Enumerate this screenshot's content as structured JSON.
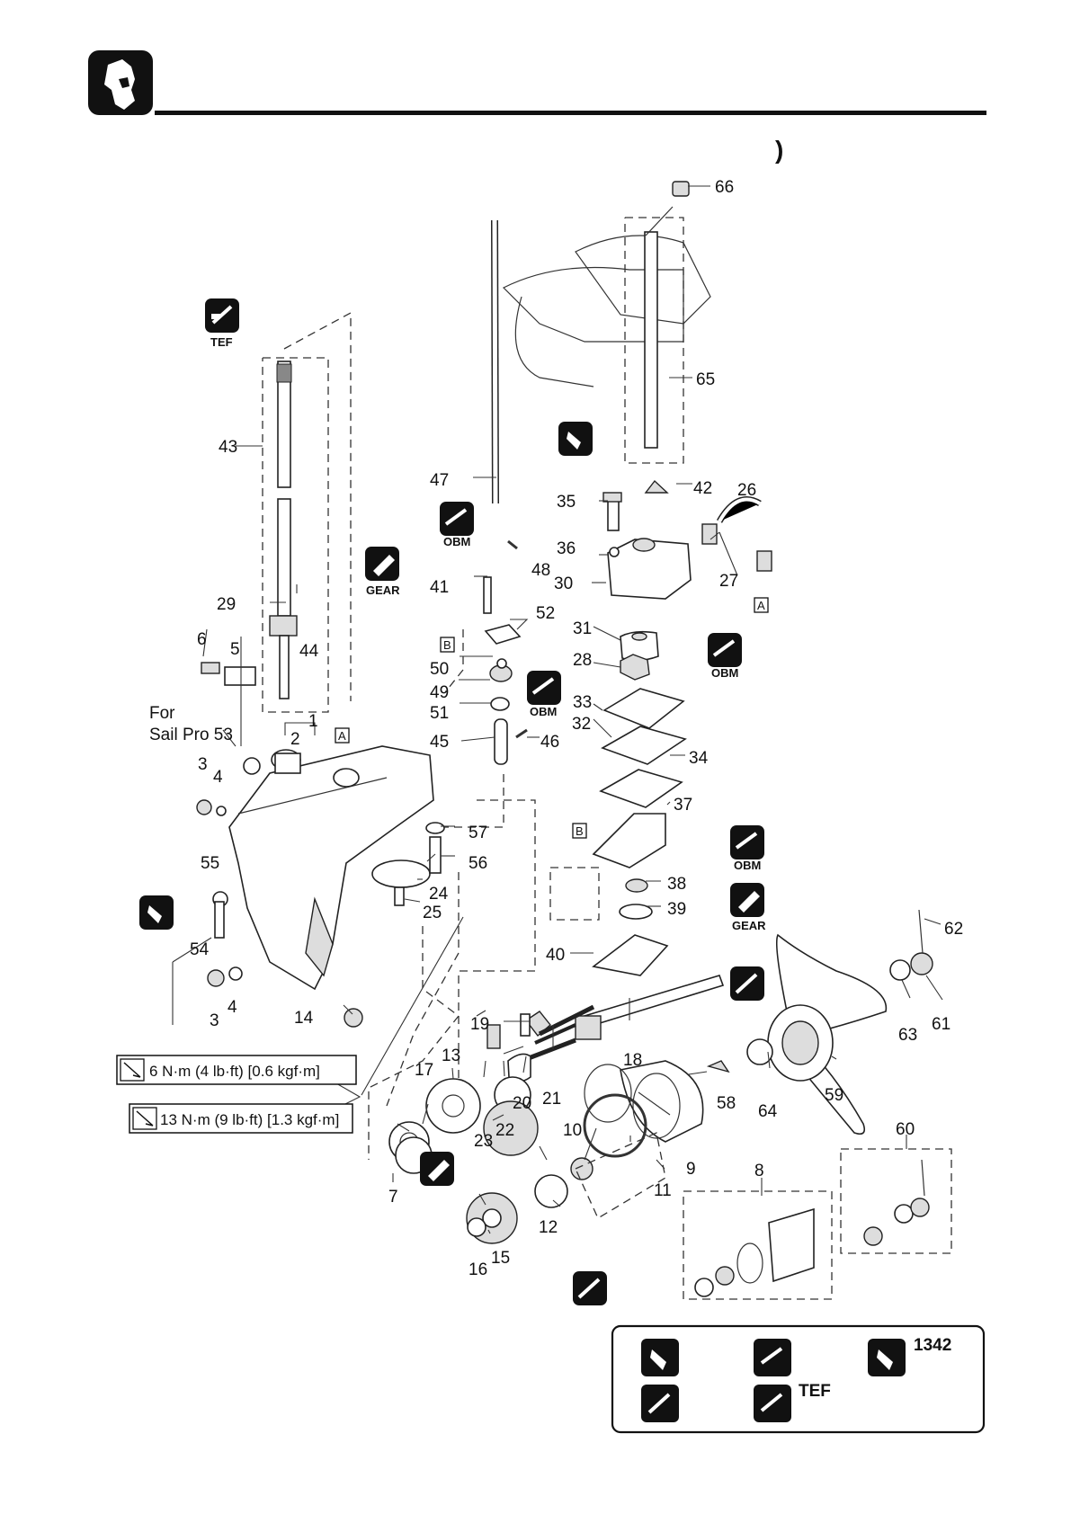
{
  "header": {
    "suffix": ")"
  },
  "note": {
    "line1": "For",
    "line2": "Sail Pro 53"
  },
  "icon_captions": {
    "tef": "TEF",
    "gear": "GEAR",
    "obm": "OBM"
  },
  "callouts": [
    "1",
    "2",
    "3",
    "3",
    "4",
    "4",
    "5",
    "6",
    "7",
    "8",
    "9",
    "10",
    "11",
    "12",
    "13",
    "14",
    "15",
    "16",
    "17",
    "18",
    "19",
    "20",
    "21",
    "22",
    "23",
    "24",
    "25",
    "26",
    "27",
    "28",
    "29",
    "30",
    "31",
    "32",
    "33",
    "34",
    "35",
    "36",
    "37",
    "38",
    "39",
    "40",
    "41",
    "42",
    "43",
    "44",
    "45",
    "46",
    "47",
    "48",
    "49",
    "50",
    "51",
    "52",
    "54",
    "55",
    "56",
    "57",
    "58",
    "59",
    "60",
    "61",
    "62",
    "63",
    "64",
    "65",
    "66"
  ],
  "markers": {
    "a": "A",
    "b": "B"
  },
  "torques": [
    {
      "text": "6 N·m (4 lb·ft) [0.6 kgf·m]"
    },
    {
      "text": "13 N·m (9 lb·ft) [1.3 kgf·m]"
    }
  ],
  "legend": {
    "code": "1342",
    "tef": "TEF"
  }
}
